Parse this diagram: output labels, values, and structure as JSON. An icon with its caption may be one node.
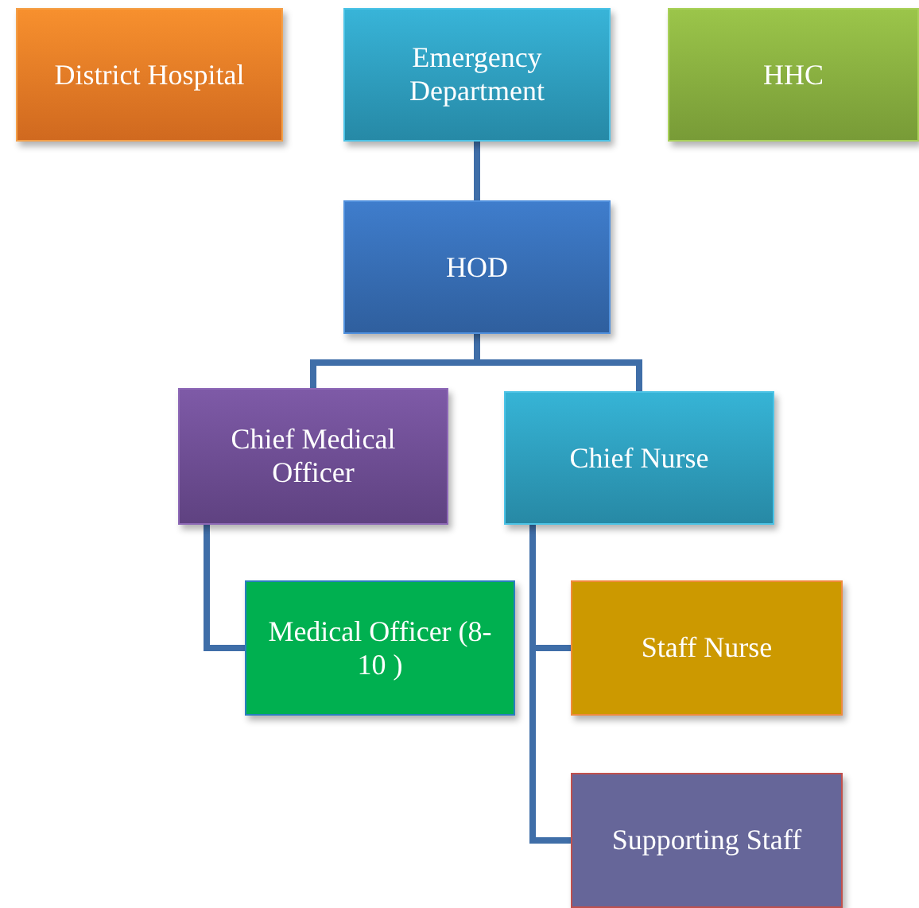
{
  "diagram": {
    "nodes": [
      {
        "text": [
          "District Hospital"
        ]
      },
      {
        "text": [
          "Emergency Department"
        ]
      },
      {
        "text": [
          "HHC"
        ]
      },
      {
        "text": [
          "HOD"
        ]
      },
      {
        "text": [
          "Chief Medical Officer"
        ]
      },
      {
        "text": [
          "Chief Nurse"
        ]
      },
      {
        "text": [
          "Medical Officer (8-10 )"
        ]
      },
      {
        "text": [
          "Staff Nurse"
        ]
      },
      {
        "text": [
          "Supporting Staff"
        ]
      }
    ],
    "edges": [
      {
        "from": 1,
        "to": 3,
        "arrow": "none"
      },
      {
        "from": 3,
        "to": 4,
        "arrow": "none"
      },
      {
        "from": 3,
        "to": 5,
        "arrow": "none"
      },
      {
        "from": 4,
        "to": 6,
        "arrow": "none"
      },
      {
        "from": 5,
        "to": 7,
        "arrow": "none"
      },
      {
        "from": 5,
        "to": 8,
        "arrow": "none"
      }
    ]
  }
}
